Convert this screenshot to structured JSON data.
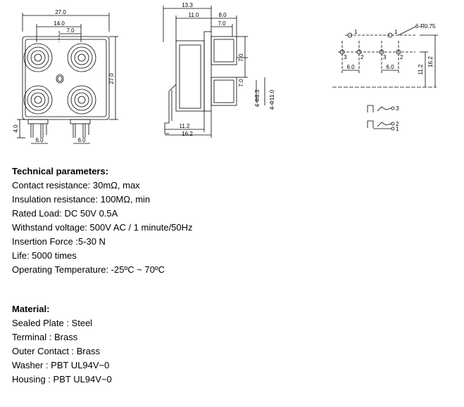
{
  "drawing": {
    "front_view": {
      "width": "27.0",
      "pitch_h": "14.0",
      "half_pitch": "7.0",
      "height": "27.0",
      "pin_len": "4.0",
      "pin_span_left": "6.0",
      "pin_span_right": "6.0"
    },
    "side_view": {
      "depth": "13.3",
      "body": "11.0",
      "jack_len": "8.0",
      "jack_tip": "7.0",
      "v_upper": "7.0",
      "v_lower": "7.0",
      "jack_dia": "4-Φ8.3",
      "jack_outer_dia": "4-Φ11.0",
      "base_inner": "11.2",
      "base_outer": "16.2"
    },
    "pcb_layout": {
      "hole_note": "6-R0.75",
      "span_left": "6.0",
      "span_right": "6.0",
      "v_inner": "11.2",
      "v_outer": "16.2",
      "pin_labels": [
        "1",
        "1",
        "3",
        "2",
        "3",
        "2"
      ]
    },
    "schematic": {
      "labels": [
        "3",
        "2",
        "1"
      ]
    }
  },
  "technical": {
    "heading": "Technical parameters:",
    "rows": [
      "Contact resistance: 30mΩ, max",
      "Insulation resistance: 100MΩ, min",
      "Rated Load: DC 50V 0.5A",
      "Withstand voltage: 500V AC / 1 minute/50Hz",
      "Insertion Force :5-30 N",
      "Life: 5000 times",
      "Operating Temperature: -25ºC ~ 70ºC"
    ]
  },
  "material": {
    "heading": "Material:",
    "rows": [
      "Sealed Plate : Steel",
      "Terminal : Brass",
      "Outer Contact : Brass",
      "Washer : PBT UL94V~0",
      "Housing : PBT UL94V~0"
    ]
  }
}
